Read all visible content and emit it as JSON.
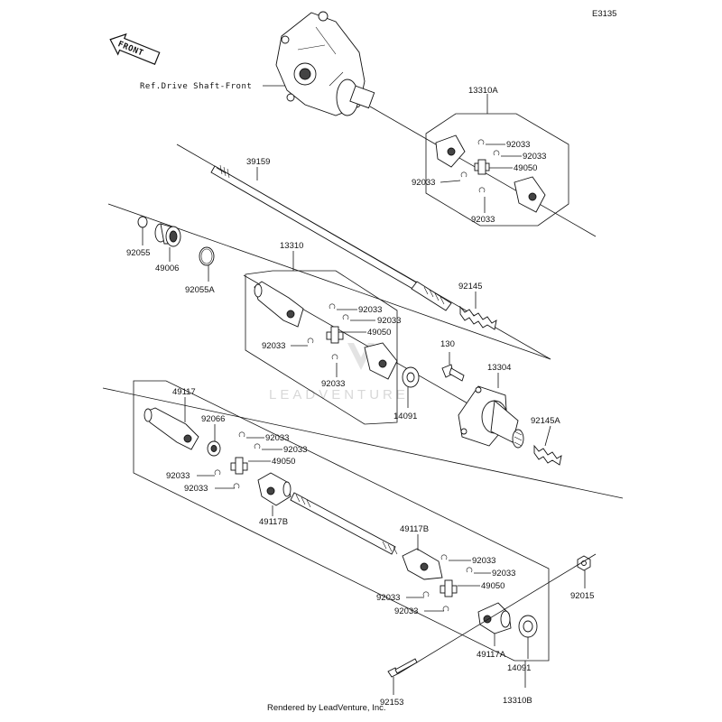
{
  "diagram_code": "E3135",
  "front_label": "FRONT",
  "ref_label": "Ref.Drive Shaft-Front",
  "watermark": "LEADVENTURE",
  "footer": "Rendered by LeadVenture, Inc.",
  "parts": {
    "p13310A": "13310A",
    "p39159": "39159",
    "p92055": "92055",
    "p49006": "49006",
    "p92055A": "92055A",
    "p13310": "13310",
    "p92145": "92145",
    "p130": "130",
    "p13304": "13304",
    "p92145A": "92145A",
    "p14091a": "14091",
    "p49117": "49117",
    "p92066": "92066",
    "p49117B_a": "49117B",
    "p49117B_b": "49117B",
    "p49117A": "49117A",
    "p14091b": "14091",
    "p92015": "92015",
    "p92153": "92153",
    "p13310B": "13310B",
    "p49050_a": "49050",
    "p49050_b": "49050",
    "p49050_c": "49050",
    "p49050_d": "49050",
    "c1": "92033",
    "c2": "92033",
    "c3": "92033",
    "c4": "92033",
    "c5": "92033",
    "c6": "92033",
    "c7": "92033",
    "c8": "92033",
    "c9": "92033",
    "c10": "92033",
    "c11": "92033",
    "c12": "92033",
    "c13": "92033",
    "c14": "92033",
    "c15": "92033",
    "c16": "92033"
  }
}
